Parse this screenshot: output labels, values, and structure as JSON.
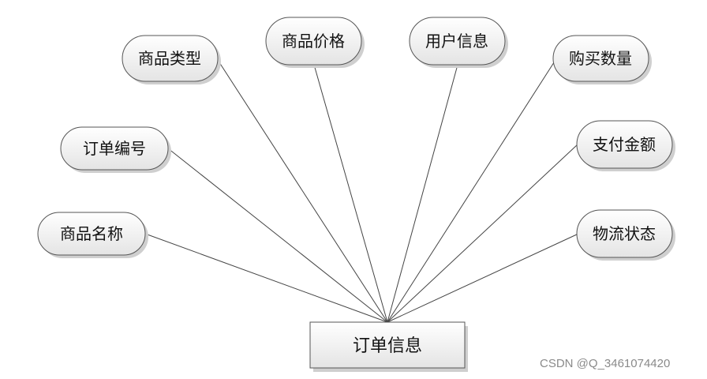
{
  "entity": {
    "label": "订单信息"
  },
  "attributes": [
    {
      "id": "product-type",
      "label": "商品类型"
    },
    {
      "id": "product-price",
      "label": "商品价格"
    },
    {
      "id": "user-info",
      "label": "用户信息"
    },
    {
      "id": "purchase-quantity",
      "label": "购买数量"
    },
    {
      "id": "order-number",
      "label": "订单编号"
    },
    {
      "id": "payment-amount",
      "label": "支付金额"
    },
    {
      "id": "product-name",
      "label": "商品名称"
    },
    {
      "id": "logistics-status",
      "label": "物流状态"
    }
  ],
  "watermark": "CSDN @Q_3461074420",
  "colors": {
    "node_fill_top": "#ffffff",
    "node_fill_bottom": "#e6e6e6",
    "stroke": "#555555",
    "shadow": "#cfcfcf"
  }
}
